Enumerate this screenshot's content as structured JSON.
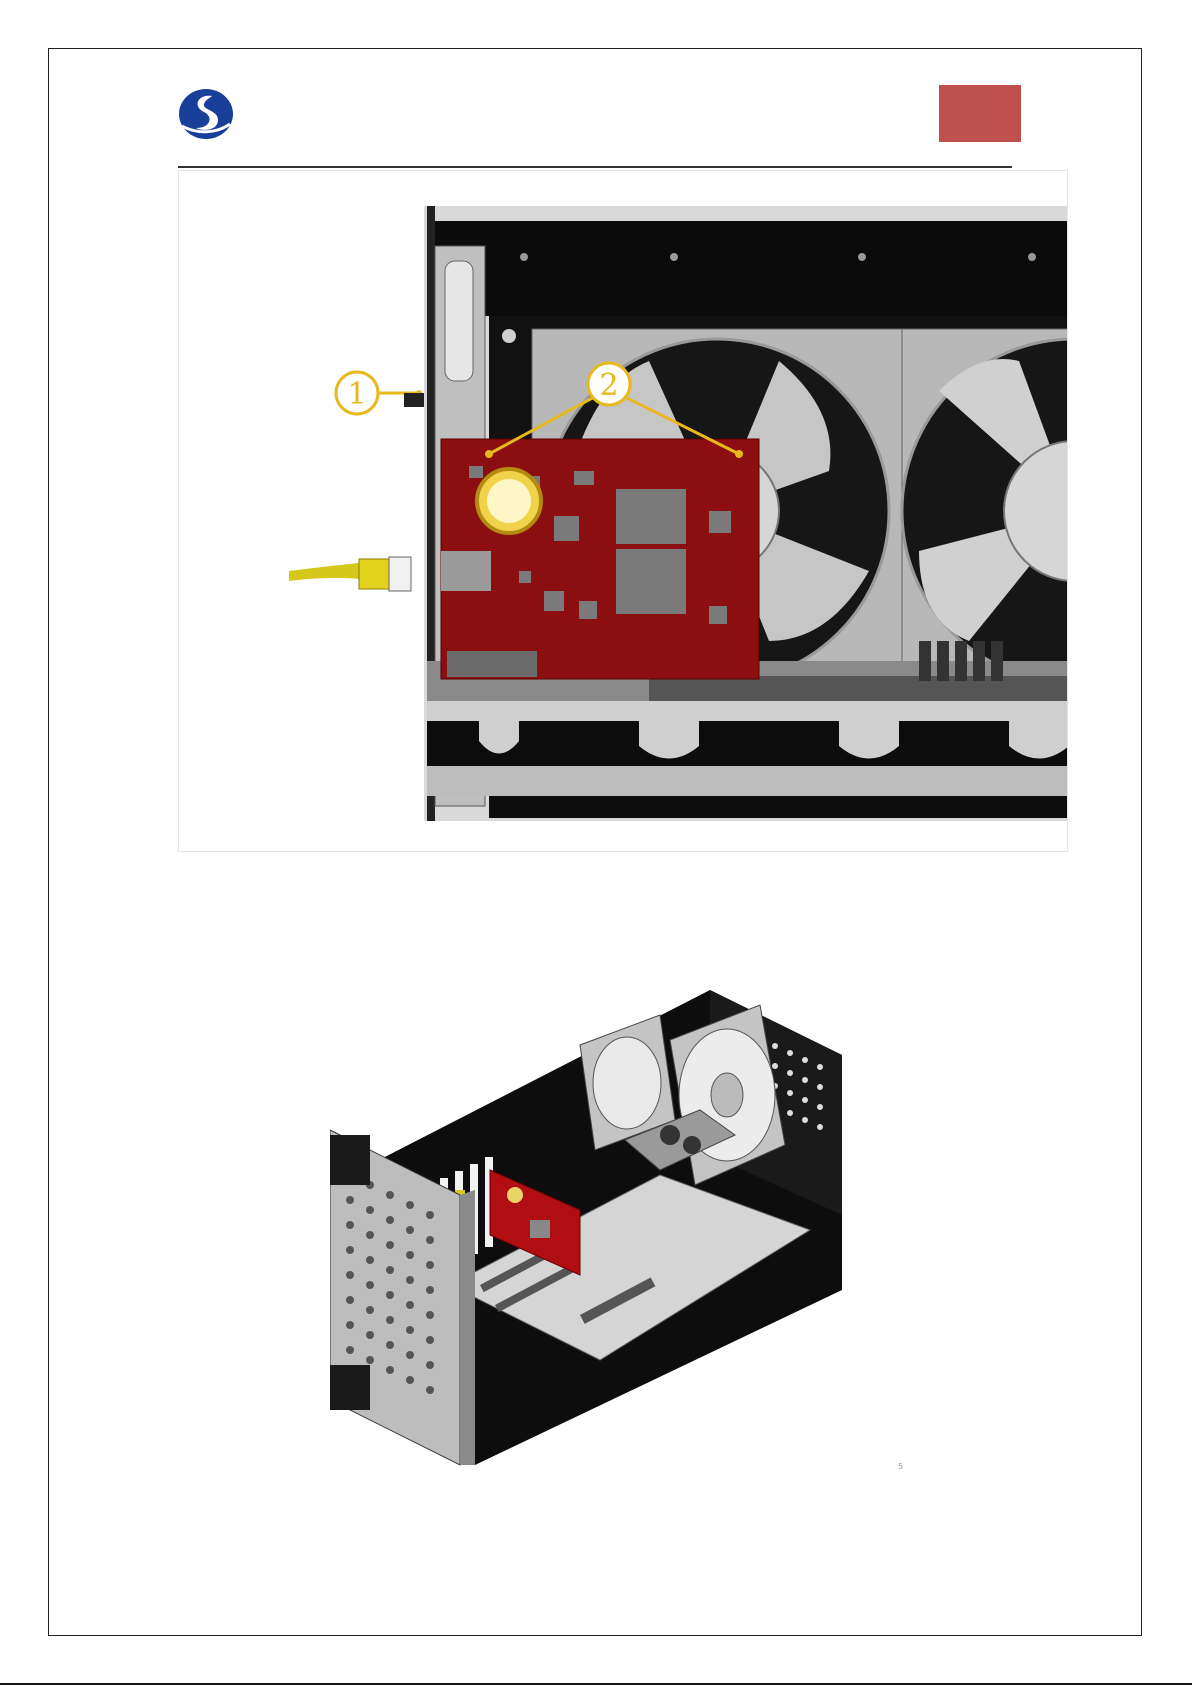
{
  "page": {
    "accent_color": "#c0504d",
    "logo_color": "#1a3f9b",
    "callout_color": "#e8b81c",
    "pcb_color": "#8b0f10"
  },
  "figure1": {
    "callouts": [
      {
        "label": "1"
      },
      {
        "label": "2"
      }
    ],
    "icons": [
      "company-logo-icon",
      "ethernet-cable-icon",
      "fan-icon"
    ]
  },
  "footer": {
    "mark": "5"
  }
}
